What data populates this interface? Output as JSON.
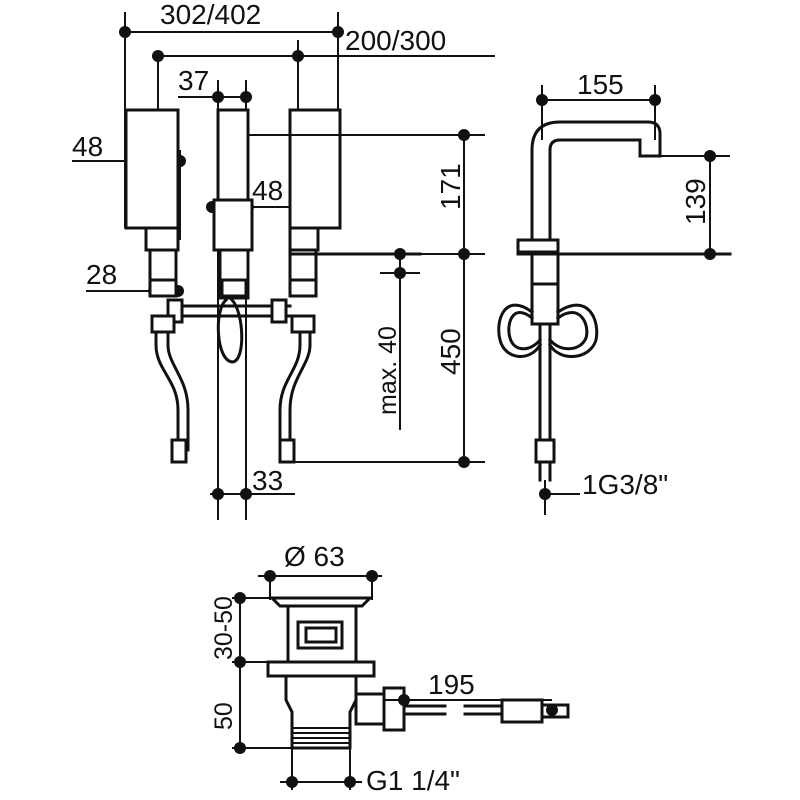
{
  "dimensions": {
    "width_302_402": "302/402",
    "width_200_300": "200/300",
    "spout_37": "37",
    "handle_48_left": "48",
    "handle_48_mid": "48",
    "height_171": "171",
    "connector_28": "28",
    "max_40": "max. 40",
    "height_450": "450",
    "bottom_33": "33",
    "reach_155": "155",
    "height_139": "139",
    "thread_1g38": "1G3/8\"",
    "diameter_63": "Ø 63",
    "range_30_50": "30-50",
    "height_50": "50",
    "length_195": "195",
    "thread_g114": "G1 1/4\""
  },
  "colors": {
    "ink": "#111111",
    "paper": "#ffffff"
  }
}
